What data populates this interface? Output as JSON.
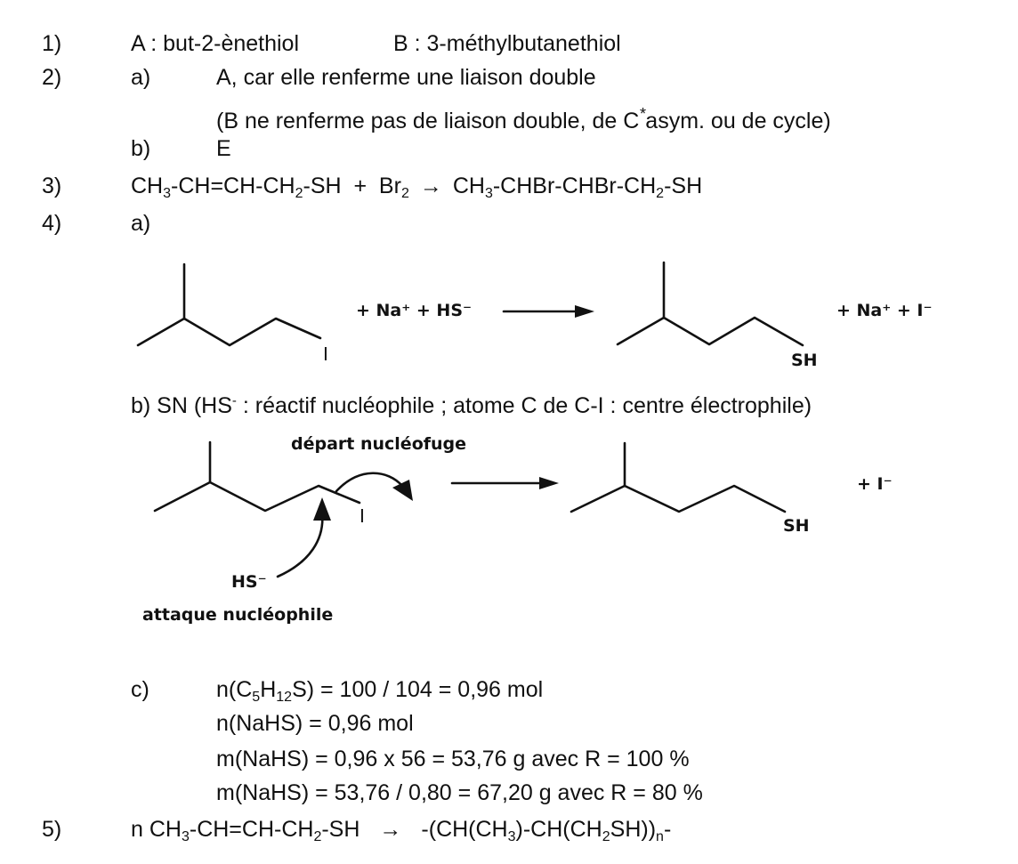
{
  "q1": {
    "num": "1)",
    "a": "A : but-2-ènethiol",
    "b": "B : 3-méthylbutanethiol"
  },
  "q2": {
    "num": "2)",
    "a_label": "a)",
    "a_text": "A, car elle renferme une liaison double",
    "note_pre": "(B ne renferme pas de liaison double, de C",
    "note_mark": "*",
    "note_post": "asym. ou de cycle)",
    "b_label": "b)",
    "b_text": "E"
  },
  "q3": {
    "num": "3)",
    "p1": "CH",
    "s1": "3",
    "p2": "-CH=CH-CH",
    "s2": "2",
    "p3": "-SH  +  Br",
    "s3": "2",
    "arrow": "→",
    "p4": "CH",
    "s4": "3",
    "p5": "-CHBr-CHBr-CH",
    "s5": "2",
    "p6": "-SH"
  },
  "q4": {
    "num": "4)",
    "a_label": "a)",
    "eq1": {
      "i": "I",
      "reagents": "+ Na⁺ + HS⁻",
      "sh": "SH",
      "products": "+ Na⁺ + I⁻"
    },
    "b_text_1": "b) SN (HS",
    "b_sup": "-",
    "b_text_2": " : réactif nucléophile ; atome C de C-I : centre électrophile)",
    "mech": {
      "depart": "départ nucléofuge",
      "i": "I",
      "hs": "HS⁻",
      "attaque": "attaque nucléophile",
      "sh": "SH",
      "product": "+ I⁻"
    },
    "c_label": "c)",
    "c1_a": "n(C",
    "c1_s1": "5",
    "c1_b": "H",
    "c1_s2": "12",
    "c1_c": "S) = 100 / 104 = 0,96 mol",
    "c2": "n(NaHS) = 0,96 mol",
    "c3": "m(NaHS) = 0,96 x 56 = 53,76 g avec R = 100 %",
    "c4": "m(NaHS) = 53,76 / 0,80 = 67,20 g avec R = 80 %"
  },
  "q5": {
    "num": "5)",
    "p1": "n CH",
    "s1": "3",
    "p2": "-CH=CH-CH",
    "s2": "2",
    "p3": "-SH",
    "arrow": "→",
    "p4": "-(CH(CH",
    "s3": "3",
    "p5": ")-CH(CH",
    "s4": "2",
    "p6": "SH))",
    "s5": "n",
    "p7": "-"
  }
}
